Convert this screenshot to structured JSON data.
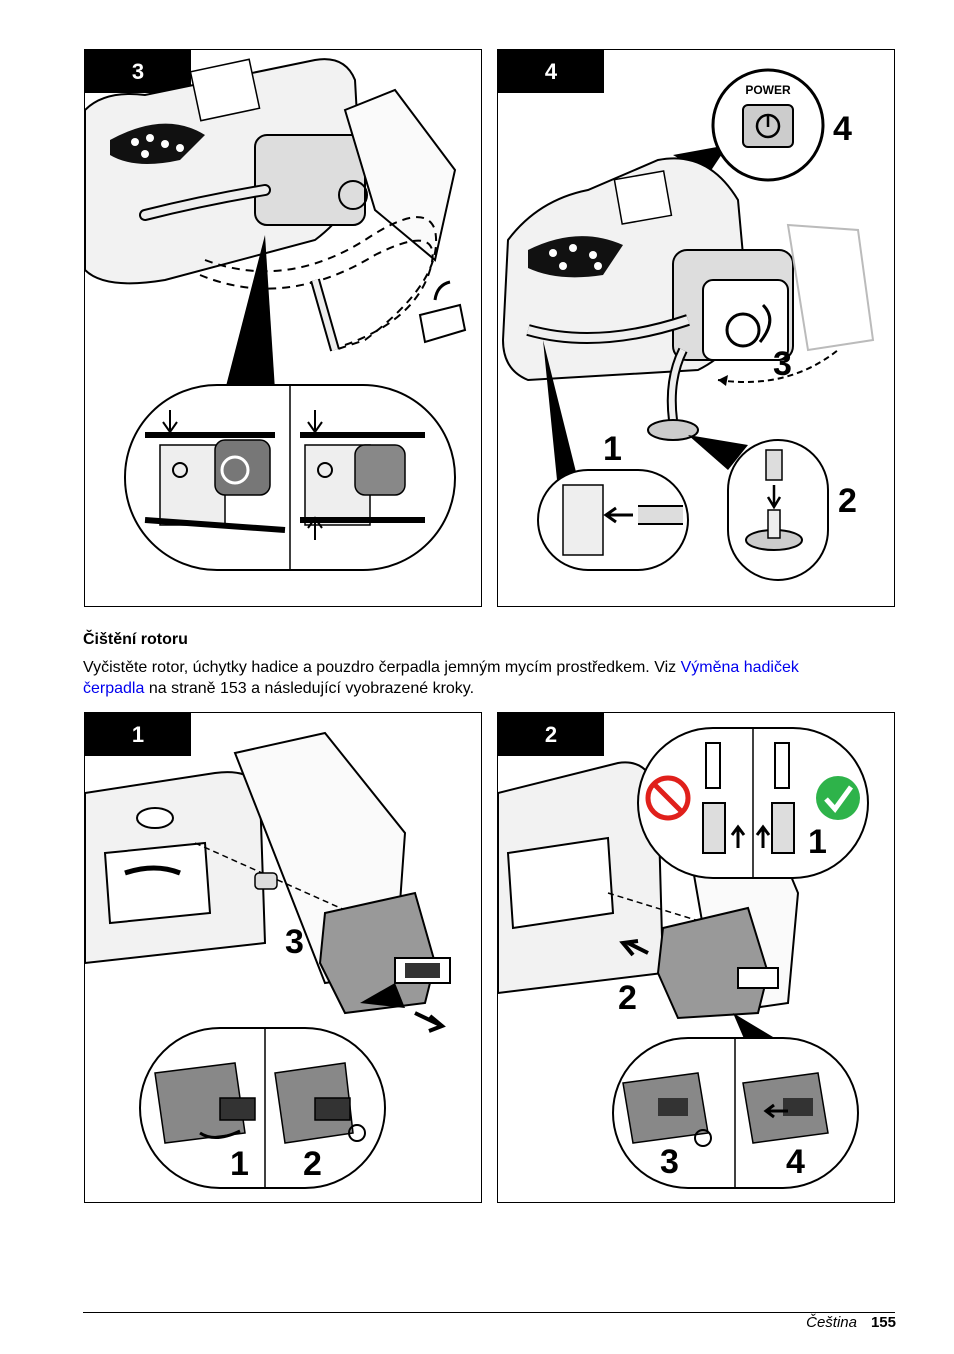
{
  "panels": {
    "p3": {
      "step": "3",
      "callout_labels": []
    },
    "p4": {
      "step": "4",
      "power_label": "POWER",
      "callout_labels": [
        "4",
        "3",
        "1",
        "2"
      ]
    },
    "p1": {
      "step": "1",
      "callout_labels": [
        "3",
        "1",
        "2"
      ]
    },
    "p2": {
      "step": "2",
      "callout_labels": [
        "1",
        "2",
        "3",
        "4"
      ]
    }
  },
  "section": {
    "title": "Čištění rotoru",
    "text_before": "Vyčistěte rotor, úchytky hadice a pouzdro čerpadla jemným mycím prostředkem. Viz ",
    "link": "Výměna hadiček čerpadla",
    "text_after": " na straně 153 a následující vyobrazené kroky."
  },
  "footer": {
    "language": "Čeština",
    "page": "155"
  },
  "icons": [
    "power-button-icon",
    "prohibited-icon",
    "check-icon",
    "rotate-arrow-icon",
    "push-arrow-icon"
  ],
  "colors": {
    "check_green": "#2eb34a",
    "prohibited_red": "#e0201b",
    "link_blue": "#0000ee"
  }
}
